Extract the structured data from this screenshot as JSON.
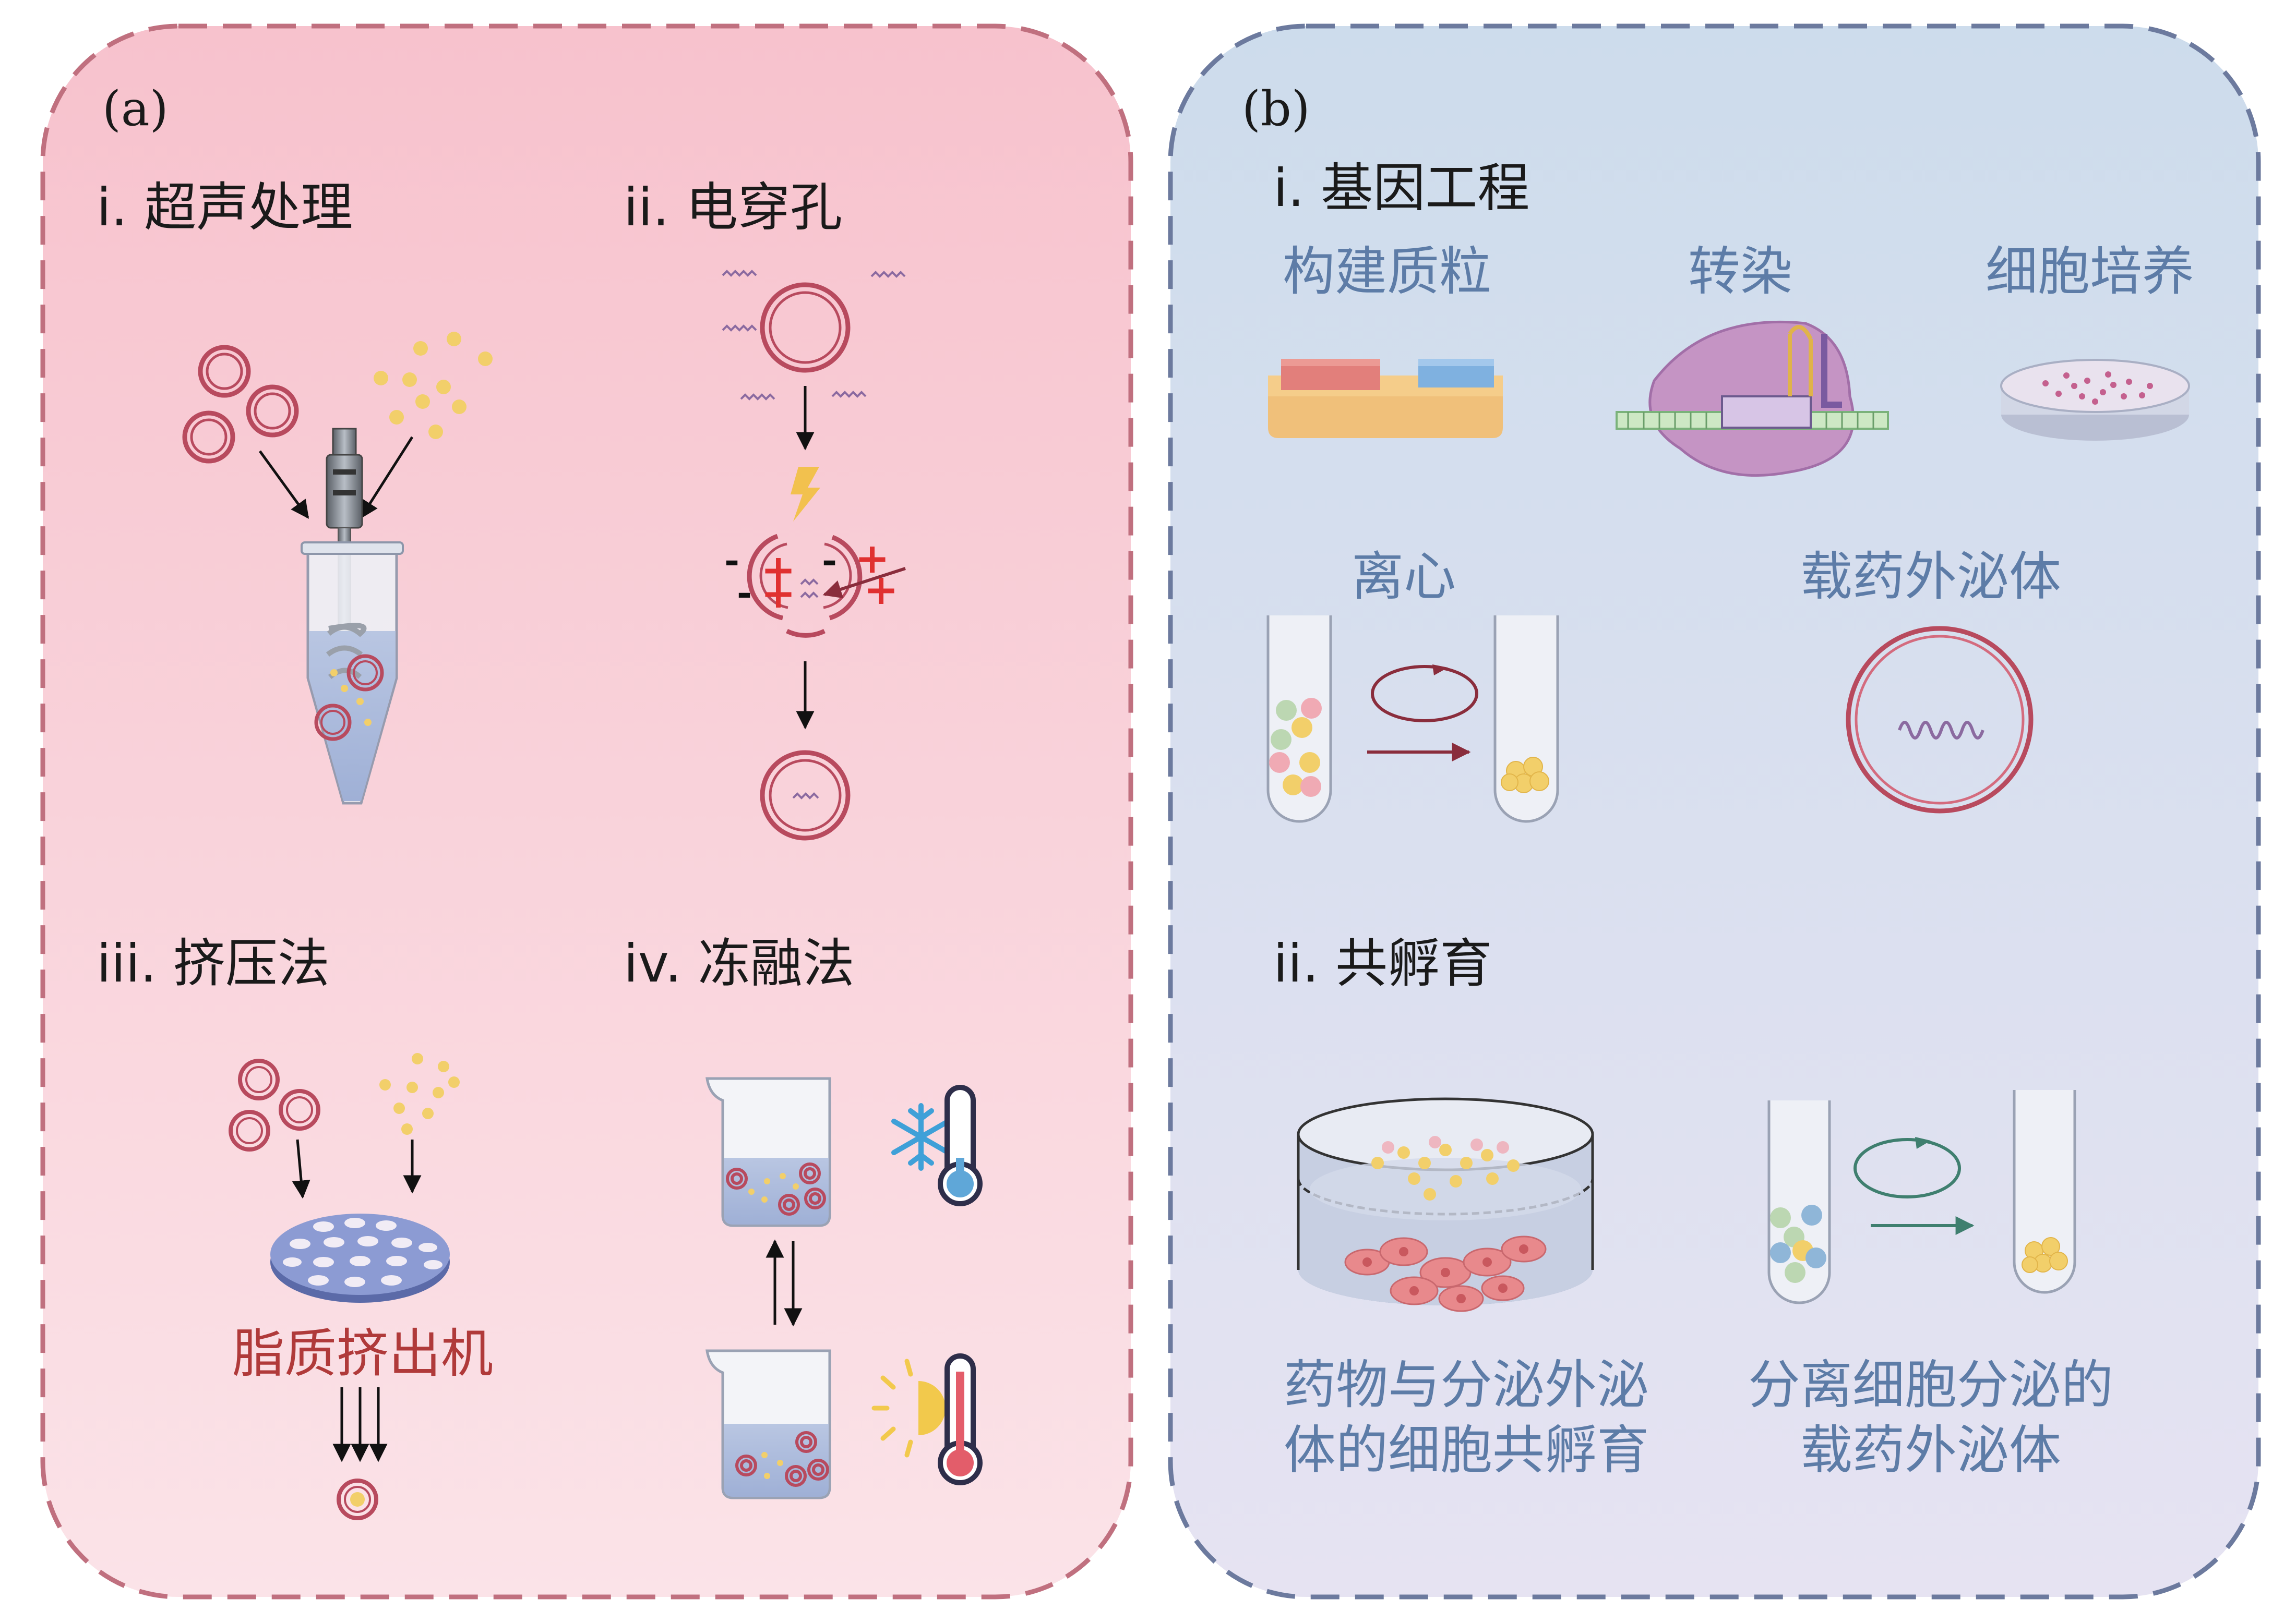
{
  "colors": {
    "panel_a_border": "#c0707f",
    "panel_a_fill_top": "#f7c2cd",
    "panel_a_fill_bottom": "#fbe3e8",
    "panel_b_border": "#6c7a9e",
    "panel_b_fill_top": "#cddcec",
    "panel_b_fill_bottom": "#e6e3f2",
    "exosome_ring": "#b84a5e",
    "drug_dot": "#f2cf6a",
    "arrow_dark_red": "#8a2d3c",
    "arrow_teal": "#3f7f6f",
    "label_a_dark": "#1a1a1a",
    "label_b_blue": "#5d7ca7",
    "label_extruder_red": "#b03a3a",
    "plus_red": "#e03030"
  },
  "panel_a": {
    "label": "(a)",
    "methods": [
      {
        "label": "i. 超声处理",
        "icon": "sonication-probe-icon"
      },
      {
        "label": "ii. 电穿孔",
        "icon": "electroporation-icon"
      },
      {
        "label": "iii. 挤压法",
        "icon": "extrusion-membrane-icon"
      },
      {
        "label": "iv. 冻融法",
        "icon": "freeze-thaw-beaker-icon"
      }
    ],
    "extruder_label": "脂质挤出机",
    "charge_minus": "-",
    "charge_plus": "+"
  },
  "panel_b": {
    "label": "(b)",
    "section_1": {
      "label": "i. 基因工程",
      "steps": [
        "构建质粒",
        "转染",
        "细胞培养"
      ],
      "centrifuge_label": "离心",
      "result_label": "载药外泌体"
    },
    "section_2": {
      "label": "ii. 共孵育",
      "captions": [
        {
          "line1": "药物与分泌外泌",
          "line2": "体的细胞共孵育"
        },
        {
          "line1": "分离细胞分泌的",
          "line2": "载药外泌体"
        }
      ]
    }
  }
}
